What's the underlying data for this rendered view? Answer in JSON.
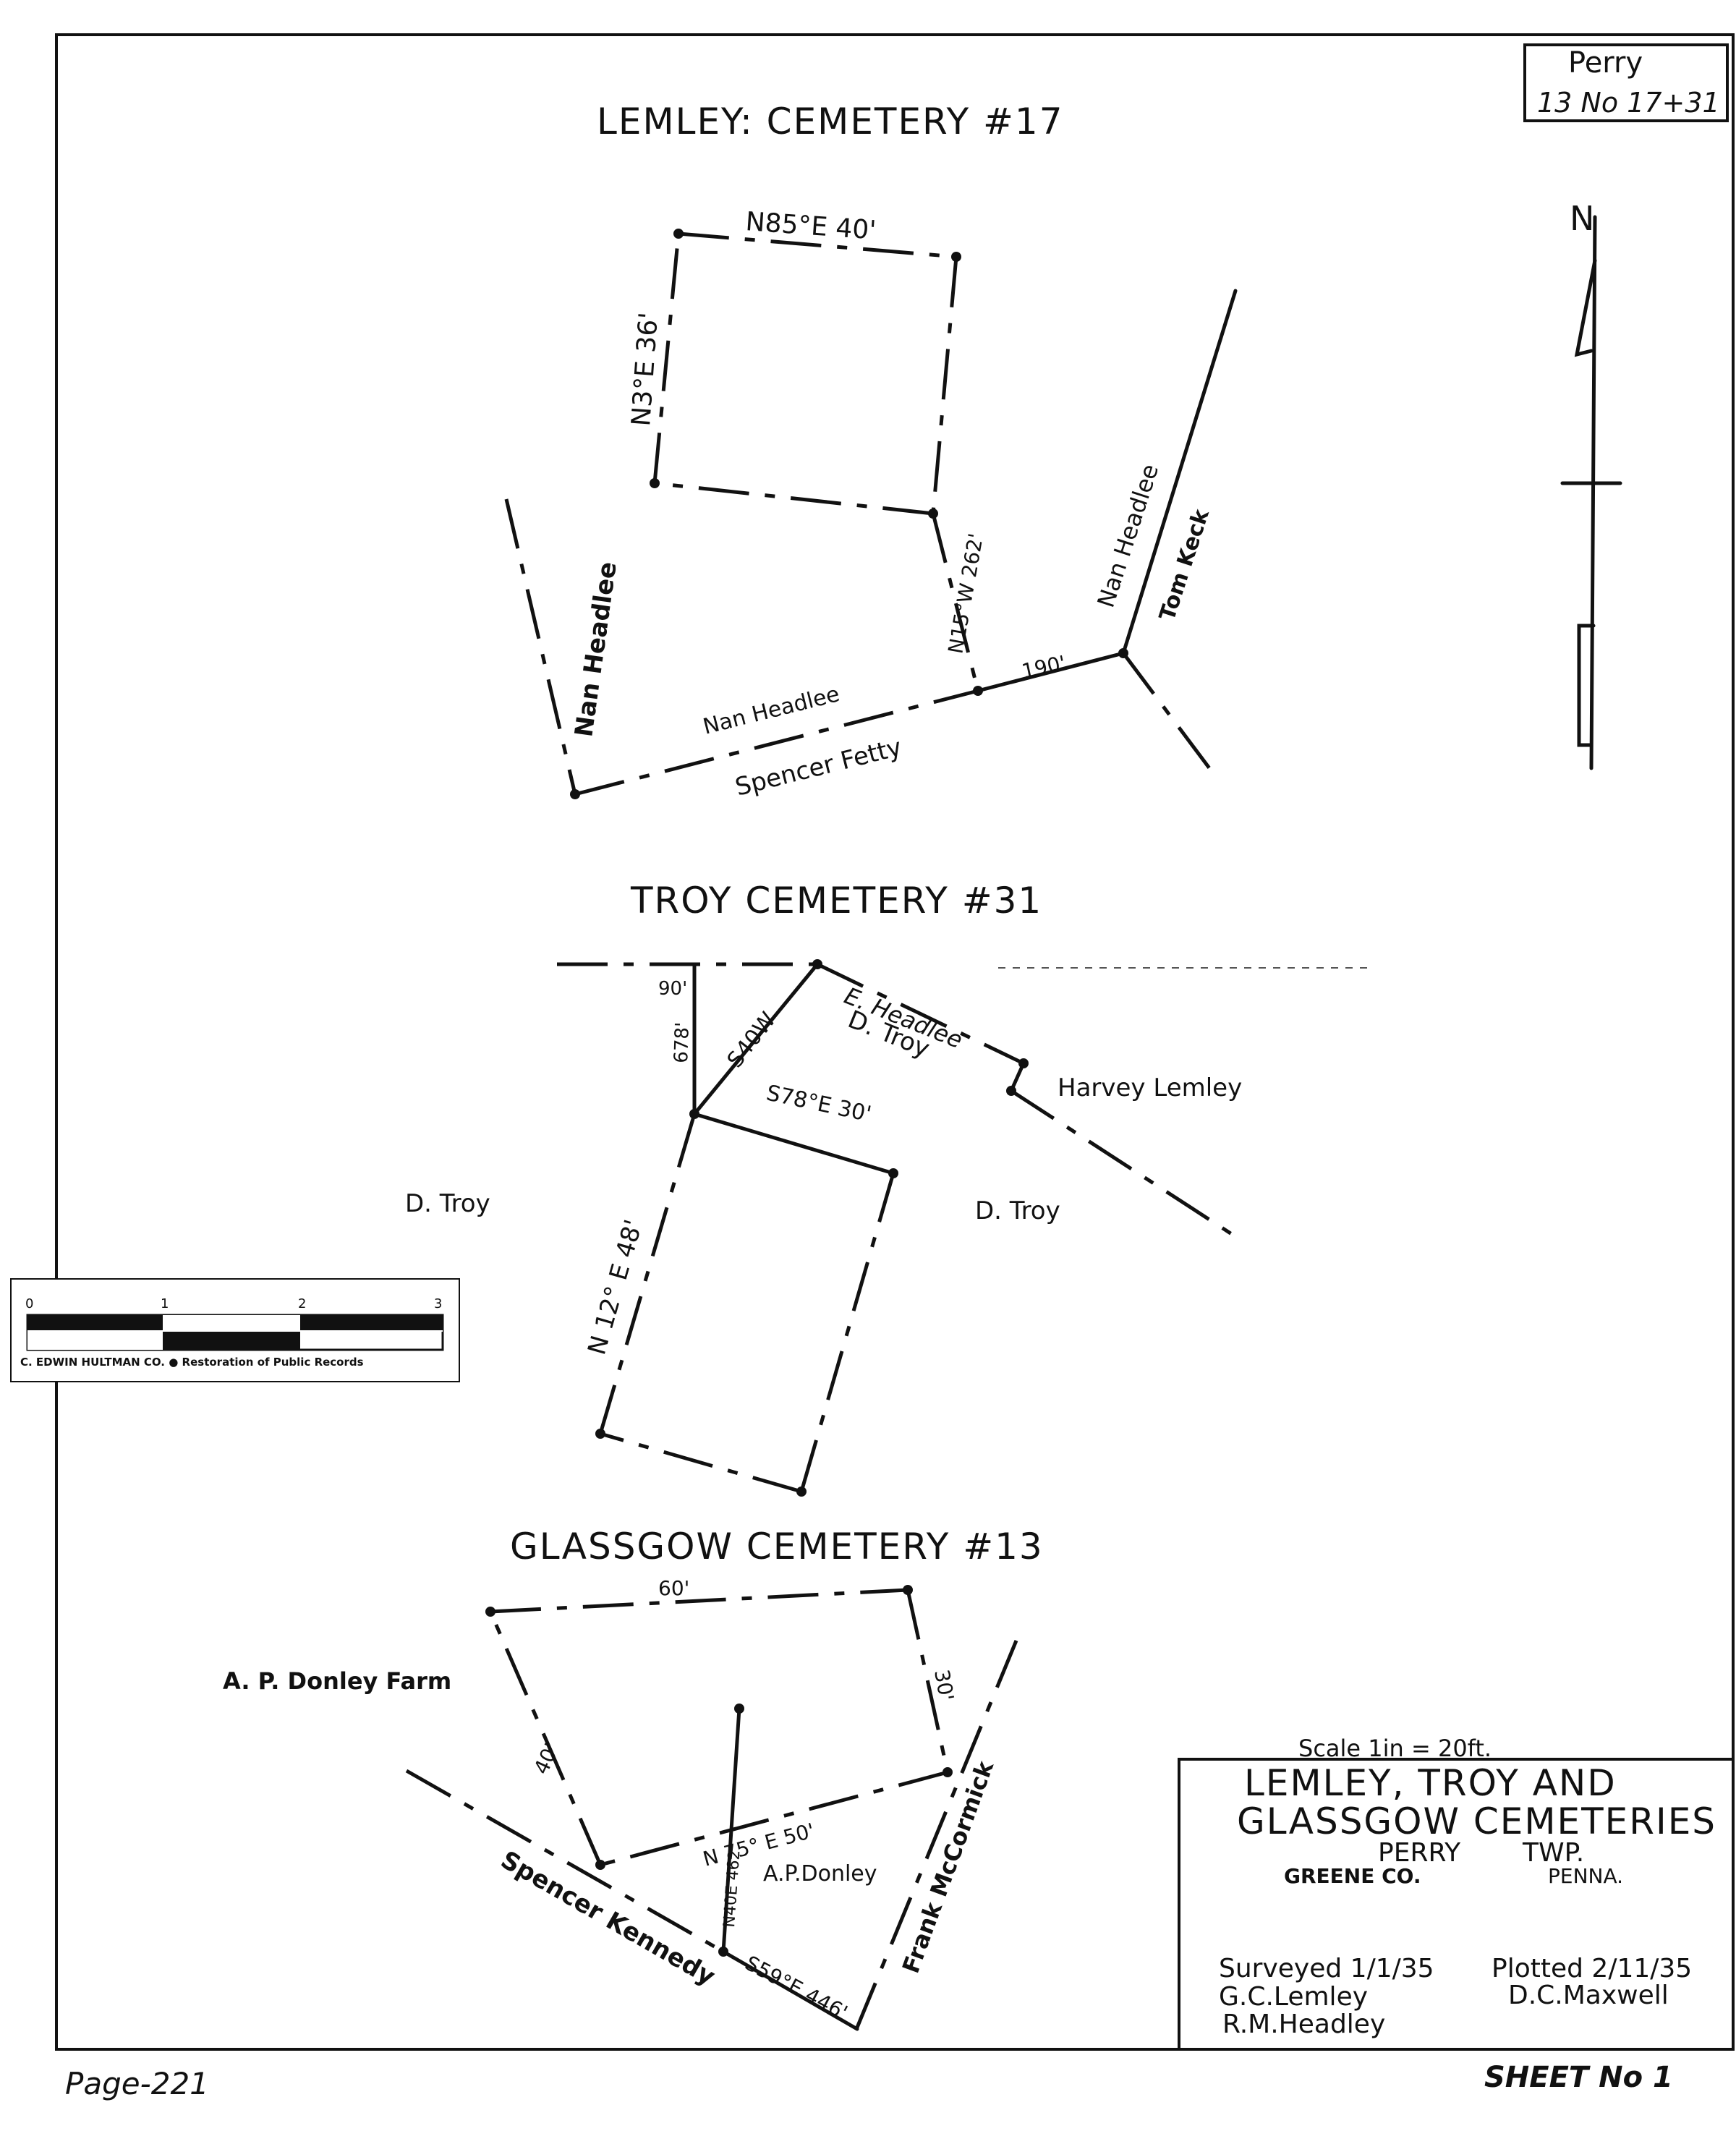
{
  "corner_box": {
    "line1": "Perry",
    "line2": "13 No 17+31"
  },
  "lemley": {
    "title": "LEMLEY: CEMETERY #17",
    "bearing_top": "N85°E 40'",
    "bearing_left": "N3°E 36'",
    "bearing_connector": "N15°W 262'",
    "dist_190": "190'",
    "nan_headlee_left": "Nan Headlee",
    "nan_headlee_south": "Nan Headlee",
    "spencer_fetty": "Spencer Fetty",
    "nan_headlee_right": "Nan Headlee",
    "tom_keck": "Tom Keck"
  },
  "troy": {
    "title": "TROY CEMETERY #31",
    "dist_90": "90'",
    "dist_678": "678'",
    "s40w": "S40W",
    "e_headlee": "E. Headlee",
    "d_troy_top": "D. Troy",
    "harvey_lemley": "Harvey Lemley",
    "bearing_s78": "S78°E 30'",
    "d_troy_left": "D. Troy",
    "d_troy_right": "D. Troy",
    "bearing_n12": "N 12° E 48'"
  },
  "glassgow": {
    "title": "GLASSGOW CEMETERY #13",
    "dist_60": "60'",
    "dist_30": "30'",
    "dist_40": "40'",
    "donley_farm": "A. P. Donley Farm",
    "bearing_n75": "N 75° E 50'",
    "n40e_462": "N40E 462'",
    "a_p_donley": "A.P.Donley",
    "spencer_kennedy": "Spencer Kennedy",
    "s59e_446": "S59°E 446'",
    "frank_mccormick": "Frank McCormick"
  },
  "scale_bar": {
    "ticks": [
      "0",
      "1",
      "2",
      "3"
    ],
    "caption": "C. EDWIN HULTMAN CO. ● Restoration of Public Records"
  },
  "north_arrow": {
    "label": "N"
  },
  "title_block": {
    "scale": "Scale 1in = 20ft.",
    "line1": "LEMLEY, TROY AND",
    "line2": "GLASSGOW CEMETERIES",
    "perry": "PERRY",
    "twp": "TWP.",
    "greene": "GREENE CO.",
    "penna": "PENNA.",
    "surveyed": "Surveyed 1/1/35",
    "plotted": "Plotted 2/11/35",
    "surveyor1": "G.C.Lemley",
    "plotter": "D.C.Maxwell",
    "surveyor2": "R.M.Headley"
  },
  "sheet_label": "SHEET No 1",
  "page_label": "Page-221"
}
